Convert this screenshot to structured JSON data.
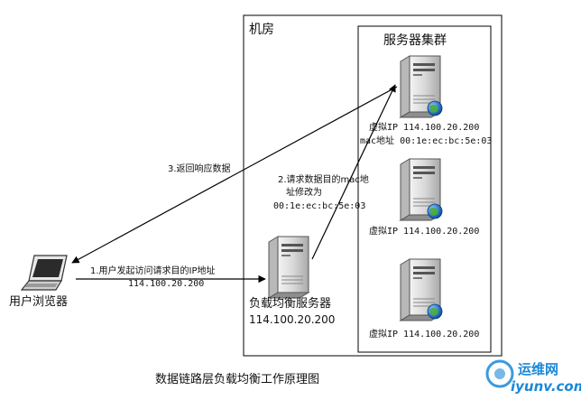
{
  "machine_room": {
    "title": "机房"
  },
  "server_cluster": {
    "title": "服务器集群"
  },
  "servers": [
    {
      "ip_line": "虚拟IP 114.100.20.200",
      "mac_line": "mac地址 00:1e:ec:bc:5e:03"
    },
    {
      "ip_line": "虚拟IP 114.100.20.200"
    },
    {
      "ip_line": "虚拟IP 114.100.20.200"
    }
  ],
  "load_balancer": {
    "name": "负载均衡服务器",
    "ip": "114.100.20.200"
  },
  "client": {
    "name": "用户浏览器"
  },
  "steps": {
    "step1_line1": "1.用户发起访问请求目的IP地址",
    "step1_line2": "114.100.20.200",
    "step2_line1": "2.请求数据目的mac地",
    "step2_line2": "址修改为",
    "step2_line3": "00:1e:ec:bc:5e:03",
    "step3": "3.返回响应数据"
  },
  "caption": "数据链路层负载均衡工作原理图",
  "watermark": {
    "brand": "运维网",
    "domain": "iyunv.com"
  },
  "colors": {
    "line": "#000000",
    "server_body": "#d9d9d9",
    "globe": "#2e7bd6",
    "brand": "#1a88d8"
  }
}
